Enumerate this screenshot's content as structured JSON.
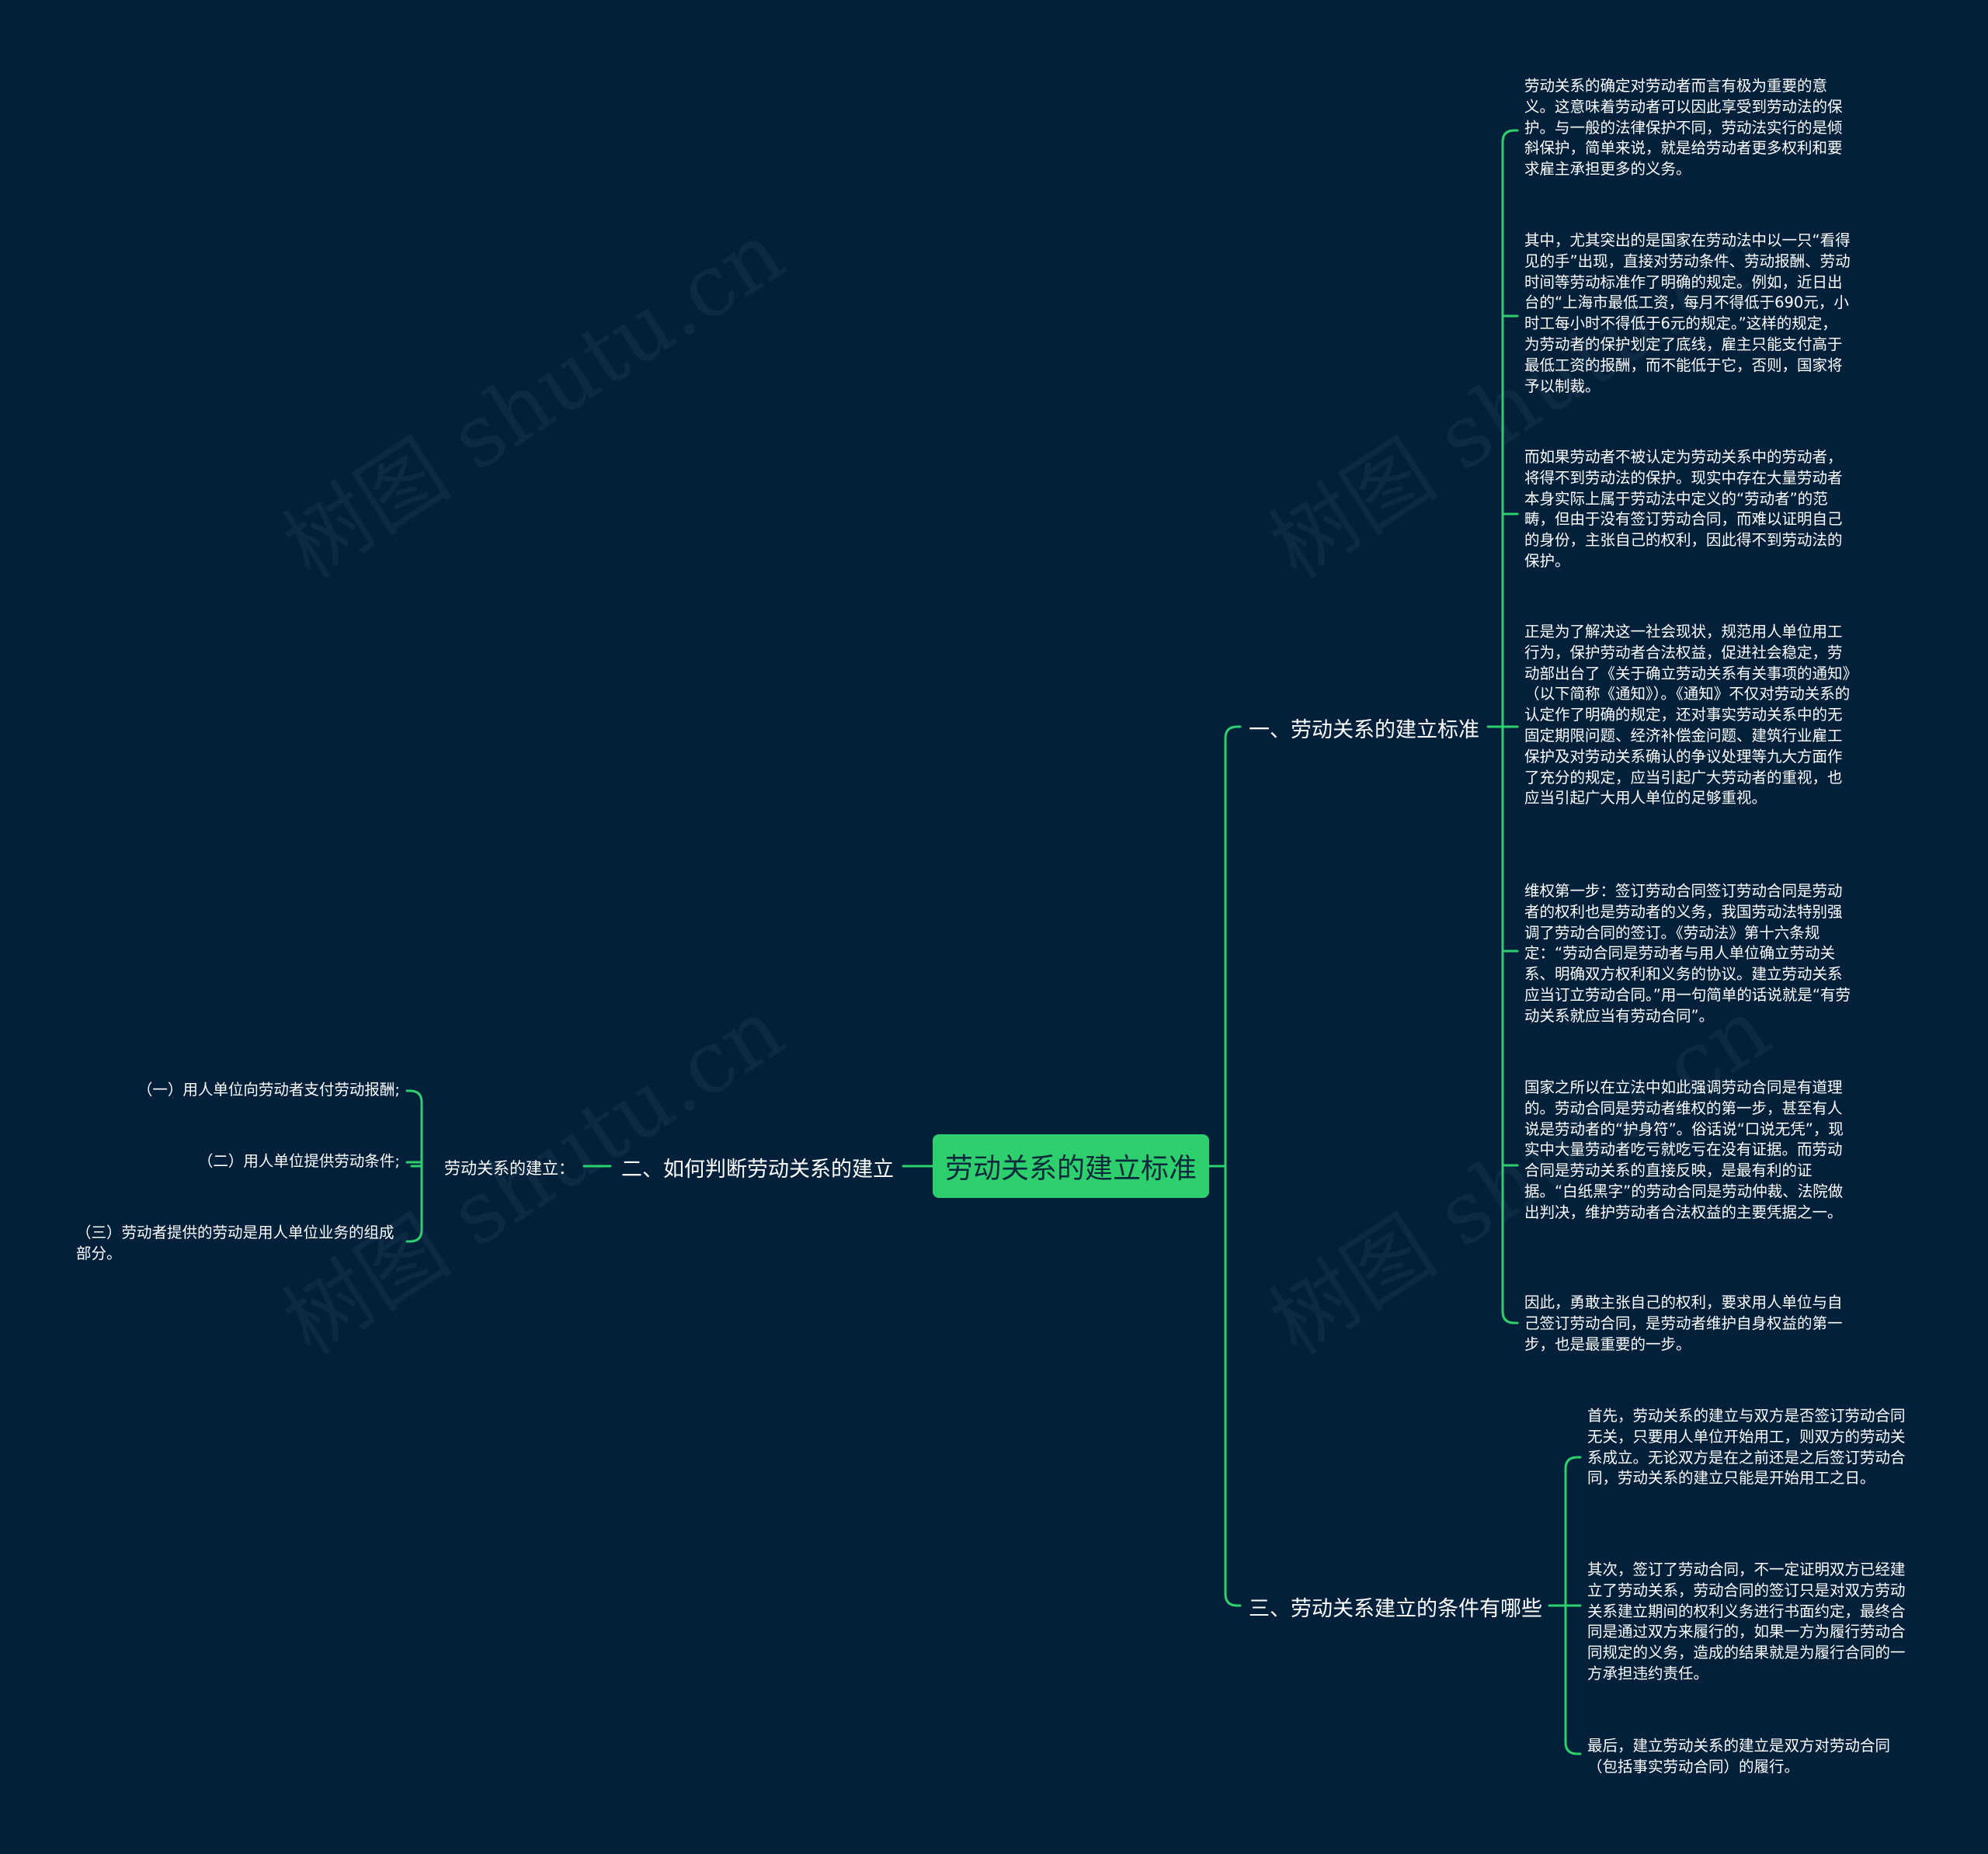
{
  "colors": {
    "background": "#03203b",
    "root_fill": "#2ed06e",
    "line": "#2ed06e",
    "text": "#ffffff"
  },
  "watermark": "树图 shutu.cn",
  "root": "劳动关系的建立标准",
  "branch1": {
    "label": "一、劳动关系的建立标准",
    "leaves": [
      "劳动关系的确定对劳动者而言有极为重要的意义。这意味着劳动者可以因此享受到劳动法的保护。与一般的法律保护不同，劳动法实行的是倾斜保护，简单来说，就是给劳动者更多权利和要求雇主承担更多的义务。",
      "其中，尤其突出的是国家在劳动法中以一只“看得见的手”出现，直接对劳动条件、劳动报酬、劳动时间等劳动标准作了明确的规定。例如，近日出台的“上海市最低工资，每月不得低于690元，小时工每小时不得低于6元的规定。”这样的规定，为劳动者的保护划定了底线，雇主只能支付高于最低工资的报酬，而不能低于它，否则，国家将予以制裁。",
      "而如果劳动者不被认定为劳动关系中的劳动者，将得不到劳动法的保护。现实中存在大量劳动者本身实际上属于劳动法中定义的“劳动者”的范畴，但由于没有签订劳动合同，而难以证明自己的身份，主张自己的权利，因此得不到劳动法的保护。",
      "正是为了解决这一社会现状，规范用人单位用工行为，保护劳动者合法权益，促进社会稳定，劳动部出台了《关于确立劳动关系有关事项的通知》（以下简称《通知》）。《通知》不仅对劳动关系的认定作了明确的规定，还对事实劳动关系中的无固定期限问题、经济补偿金问题、建筑行业雇工保护及对劳动关系确认的争议处理等九大方面作了充分的规定，应当引起广大劳动者的重视，也应当引起广大用人单位的足够重视。",
      "维权第一步：签订劳动合同签订劳动合同是劳动者的权利也是劳动者的义务，我国劳动法特别强调了劳动合同的签订。《劳动法》第十六条规定：“劳动合同是劳动者与用人单位确立劳动关系、明确双方权利和义务的协议。建立劳动关系应当订立劳动合同。”用一句简单的话说就是“有劳动关系就应当有劳动合同”。",
      "国家之所以在立法中如此强调劳动合同是有道理的。劳动合同是劳动者维权的第一步，甚至有人说是劳动者的“护身符”。俗话说“口说无凭”，现实中大量劳动者吃亏就吃亏在没有证据。而劳动合同是劳动关系的直接反映，是最有利的证据。“白纸黑字”的劳动合同是劳动仲裁、法院做出判决，维护劳动者合法权益的主要凭据之一。",
      "因此，勇敢主张自己的权利，要求用人单位与自己签订劳动合同，是劳动者维护自身权益的第一步，也是最重要的一步。"
    ]
  },
  "branch2": {
    "label": "二、如何判断劳动关系的建立",
    "sub": "劳动关系的建立：",
    "leaves": [
      "（一）用人单位向劳动者支付劳动报酬;",
      "（二）用人单位提供劳动条件;",
      "（三）劳动者提供的劳动是用人单位业务的组成部分。"
    ]
  },
  "branch3": {
    "label": "三、劳动关系建立的条件有哪些",
    "leaves": [
      "首先，劳动关系的建立与双方是否签订劳动合同无关，只要用人单位开始用工，则双方的劳动关系成立。无论双方是在之前还是之后签订劳动合同，劳动关系的建立只能是开始用工之日。",
      "其次，签订了劳动合同，不一定证明双方已经建立了劳动关系，劳动合同的签订只是对双方劳动关系建立期间的权利义务进行书面约定，最终合同是通过双方来履行的，如果一方为履行劳动合同规定的义务，造成的结果就是为履行合同的一方承担违约责任。",
      "最后，建立劳动关系的建立是双方对劳动合同（包括事实劳动合同）的履行。"
    ]
  }
}
